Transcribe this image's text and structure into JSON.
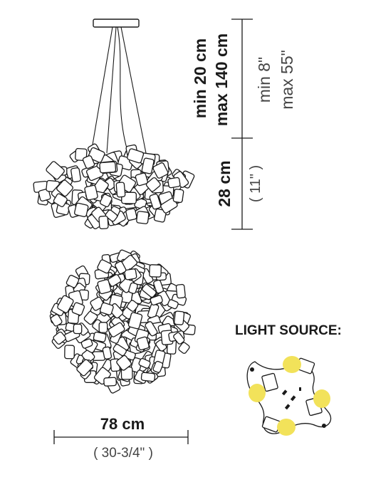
{
  "dimensions": {
    "height_min_metric": "min 20 cm",
    "height_max_metric": "max 140 cm",
    "height_min_imperial": "min 8\"",
    "height_max_imperial": "max 55\"",
    "body_height_metric": "28 cm",
    "body_height_imperial": "( 11\" )",
    "width_metric": "78 cm",
    "width_imperial": "( 30-3/4\" )"
  },
  "light_source": {
    "heading": "LIGHT SOURCE:",
    "bulb_count": 4,
    "bulb_color": "#f2e25a"
  },
  "colors": {
    "line": "#1a1a1a",
    "label_dark": "#1a1a1a",
    "label_light": "#444444"
  }
}
